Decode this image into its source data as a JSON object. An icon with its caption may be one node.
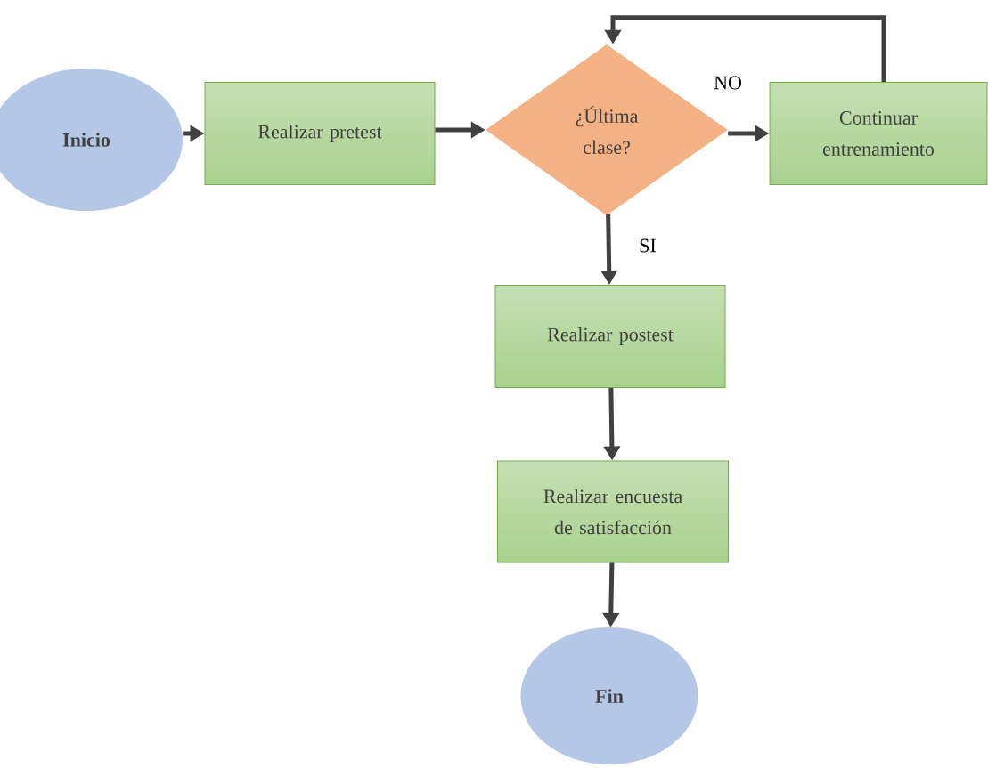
{
  "diagram": {
    "nodes": [
      {
        "text": [
          "Inicio"
        ]
      },
      {
        "text": [
          "Realizar pretest"
        ]
      },
      {
        "text": [
          "¿Última clase?"
        ]
      },
      {
        "text": [
          "Continuar entrenamiento"
        ]
      },
      {
        "text": [
          "Realizar postest"
        ]
      },
      {
        "text": [
          "Realizar encuesta de satisfacción"
        ]
      },
      {
        "text": [
          "Fin"
        ]
      }
    ],
    "edges": [
      {
        "from": 0,
        "to": 1,
        "arrow": "to"
      },
      {
        "from": 1,
        "to": 2,
        "arrow": "to"
      },
      {
        "from": 2,
        "to": 3,
        "arrow": "to",
        "label": "NO"
      },
      {
        "from": 3,
        "to": 2,
        "arrow": "to"
      },
      {
        "from": 2,
        "to": 4,
        "arrow": "to",
        "label": "SI"
      },
      {
        "from": 4,
        "to": 5,
        "arrow": "to"
      },
      {
        "from": 5,
        "to": 6,
        "arrow": "to"
      }
    ]
  }
}
